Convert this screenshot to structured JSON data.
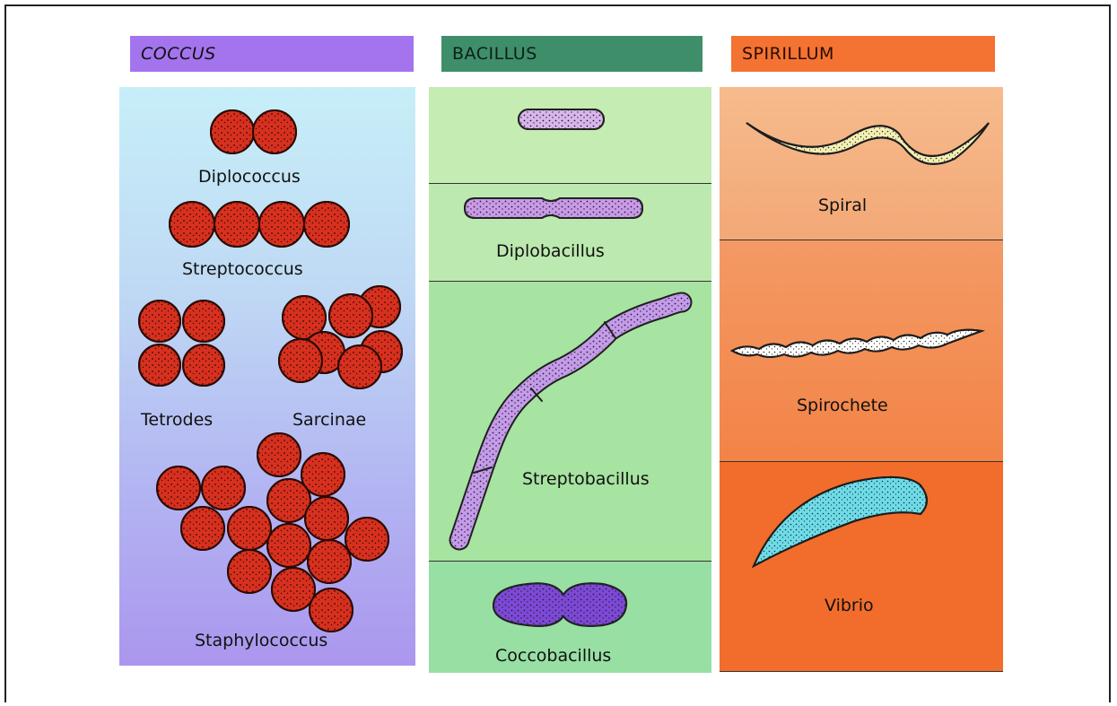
{
  "headers": {
    "coccus": "COCCUS",
    "bacillus": "BACILLUS",
    "spirillum": "SPIRILLUM"
  },
  "coccus": {
    "diplococcus": "Diplococcus",
    "streptococcus": "Streptococcus",
    "tetrodes": "Tetrodes",
    "sarcinae": "Sarcinae",
    "staphylococcus": "Staphylococcus"
  },
  "bacillus": {
    "diplobacillus": "Diplobacillus",
    "streptobacillus": "Streptobacillus",
    "coccobacillus": "Coccobacillus"
  },
  "spirillum": {
    "spiral": "Spiral",
    "spirochete": "Spirochete",
    "vibrio": "Vibrio"
  },
  "colors": {
    "coccus_header": "#a374ee",
    "bacillus_header": "#3f8e6a",
    "spirillum_header": "#f47332",
    "cell_red": "#d7301f",
    "bacillus_lilac": "#c99be6",
    "coccobacillus_purple": "#7c4ad6",
    "spiral_cream": "#f3eeb4",
    "vibrio_cyan": "#6fdbe6"
  }
}
